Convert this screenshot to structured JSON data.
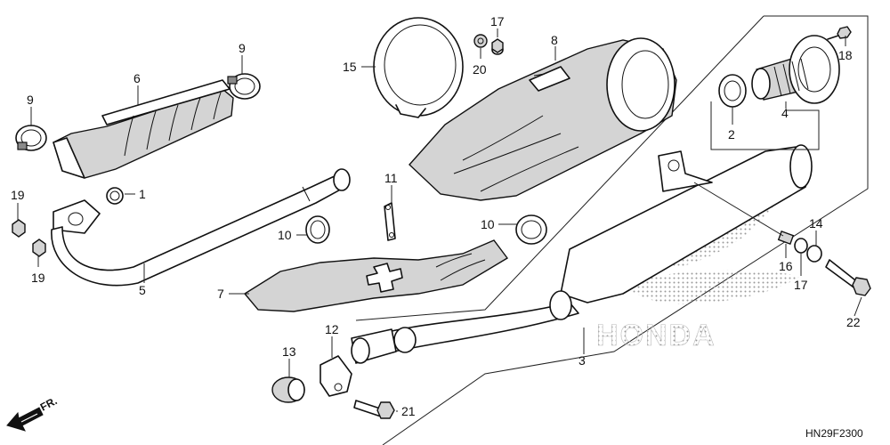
{
  "diagram_code": "HN29F2300",
  "direction_label": "FR.",
  "brand": "HONDA",
  "callouts": {
    "c1": "1",
    "c2": "2",
    "c3": "3",
    "c4": "4",
    "c5": "5",
    "c6": "6",
    "c7": "7",
    "c8": "8",
    "c9a": "9",
    "c9b": "9",
    "c10a": "10",
    "c10b": "10",
    "c11": "11",
    "c12": "12",
    "c13": "13",
    "c14": "14",
    "c15": "15",
    "c16": "16",
    "c17a": "17",
    "c17b": "17",
    "c18": "18",
    "c19a": "19",
    "c19b": "19",
    "c20": "20",
    "c21": "21",
    "c22": "22"
  }
}
